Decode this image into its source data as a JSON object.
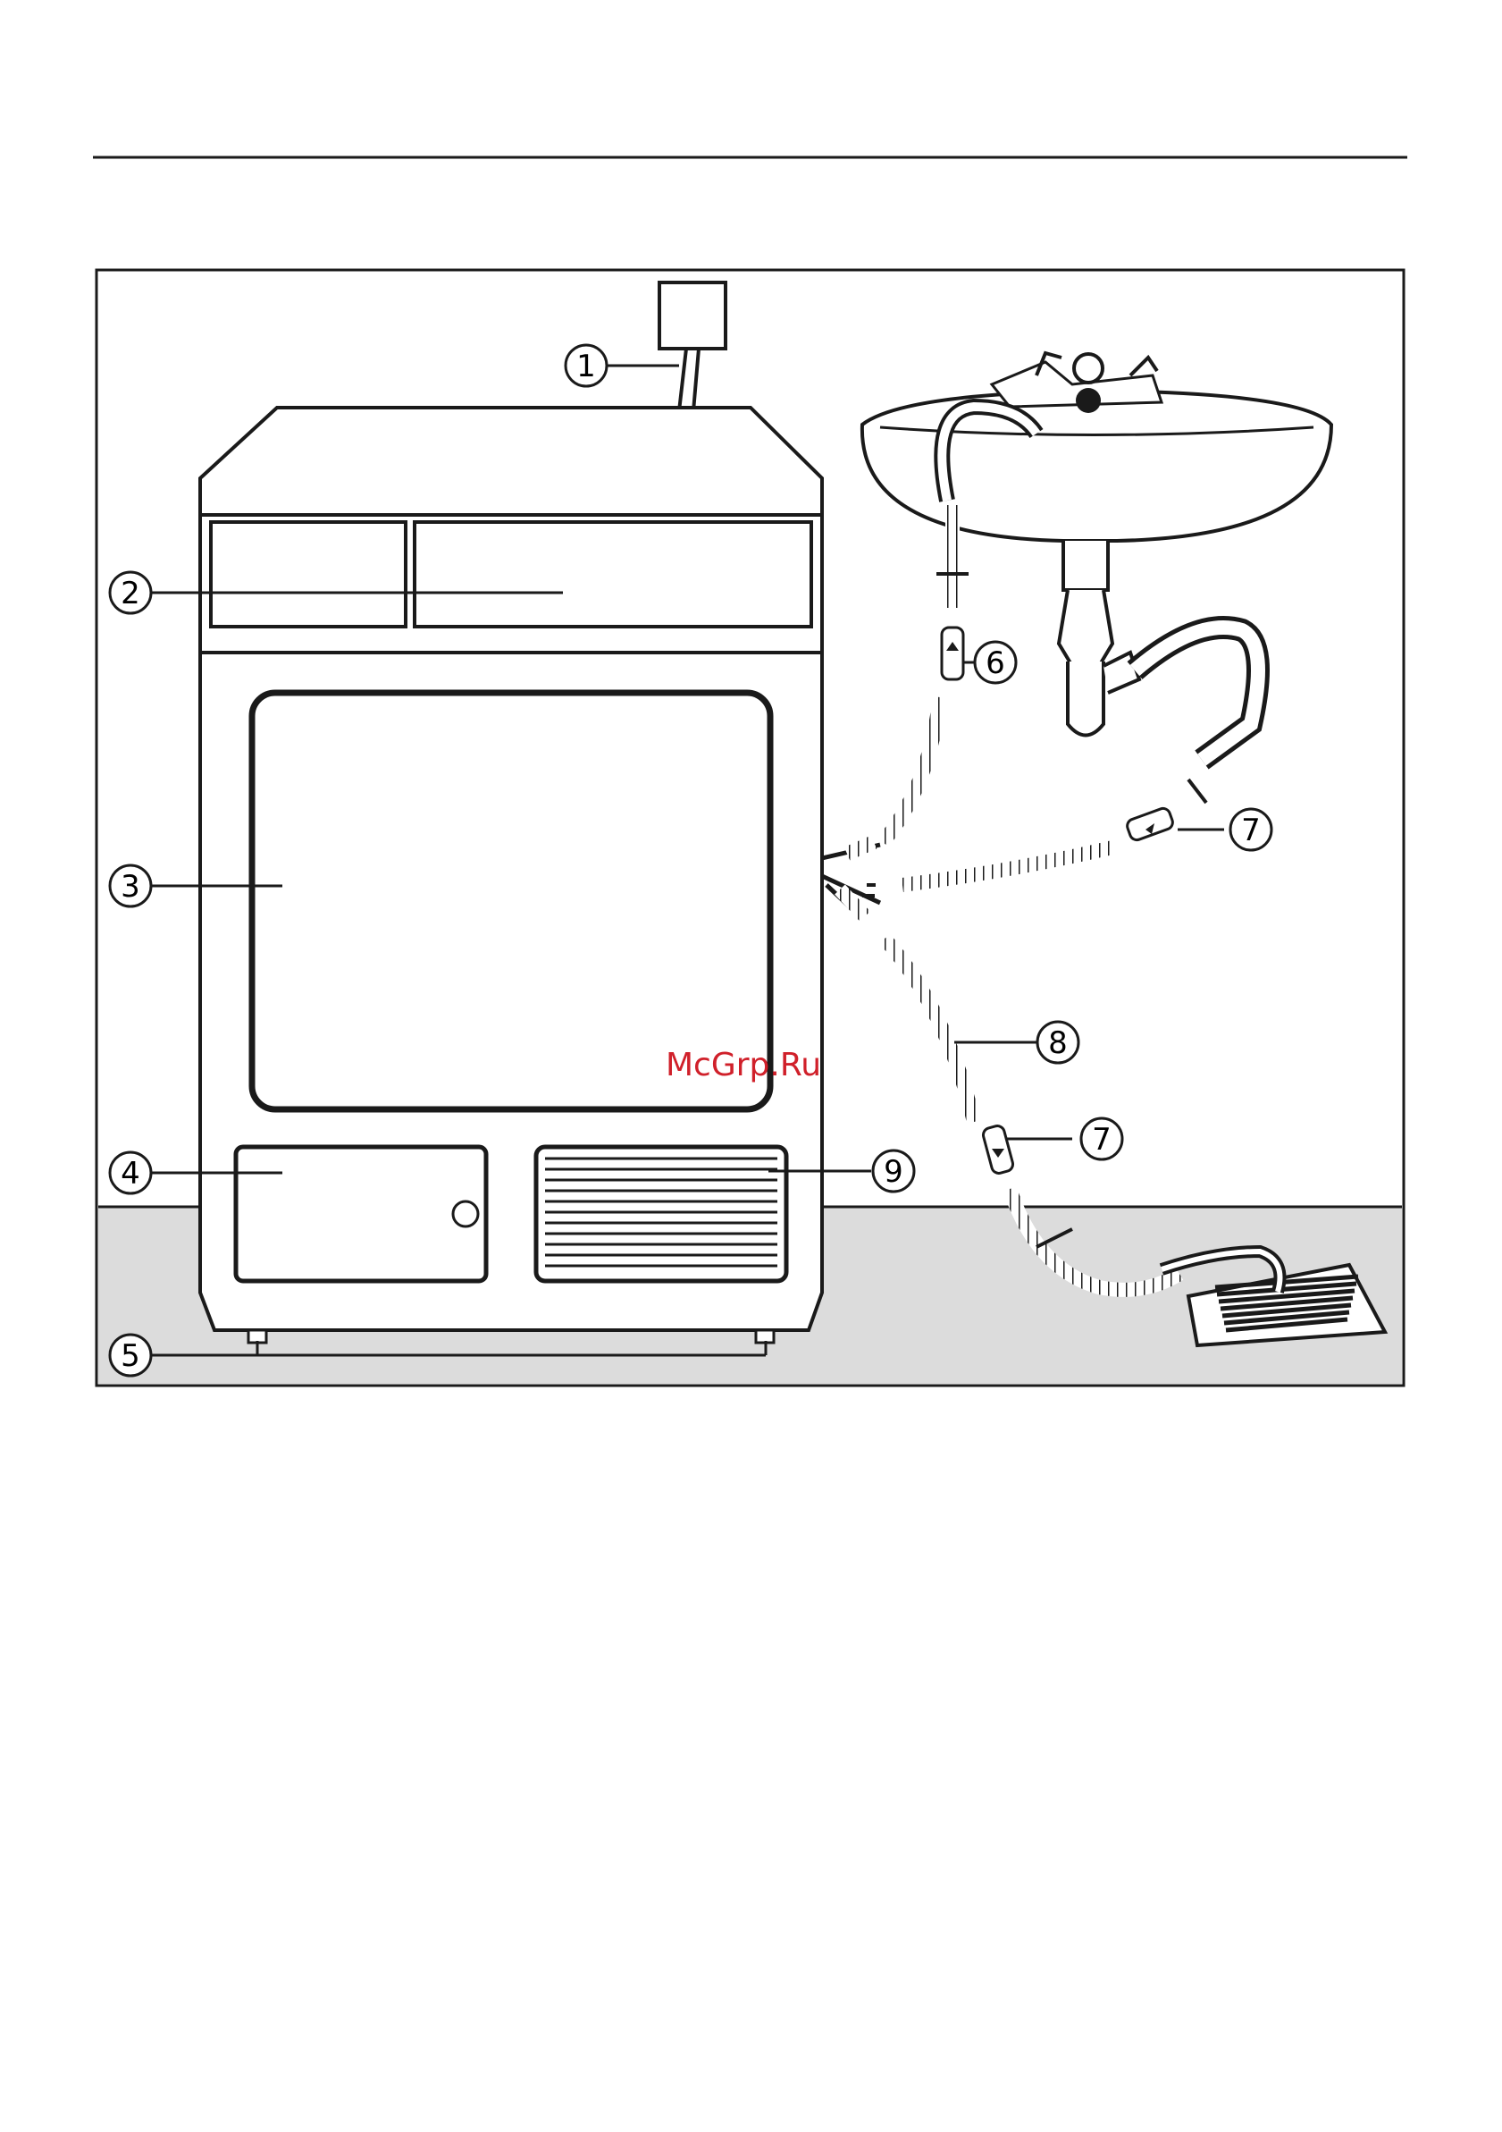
{
  "figure": {
    "callouts": [
      {
        "id": "1",
        "label": "1"
      },
      {
        "id": "2",
        "label": "2"
      },
      {
        "id": "3",
        "label": "3"
      },
      {
        "id": "4",
        "label": "4"
      },
      {
        "id": "5",
        "label": "5"
      },
      {
        "id": "6",
        "label": "6"
      },
      {
        "id": "7a",
        "label": "7"
      },
      {
        "id": "7b",
        "label": "7"
      },
      {
        "id": "8",
        "label": "8"
      },
      {
        "id": "9",
        "label": "9"
      }
    ],
    "watermark": "McGrp.Ru"
  },
  "colors": {
    "line": "#1a1a1a",
    "floor": "#dcdcdc",
    "watermark": "#d0202a"
  }
}
